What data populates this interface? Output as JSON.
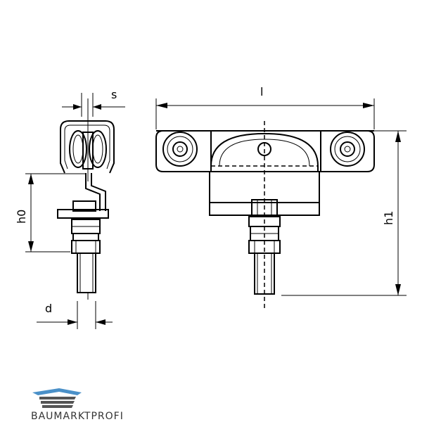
{
  "labels": {
    "s": "s",
    "l": "l",
    "h0": "h0",
    "h1": "h1",
    "d": "d"
  },
  "brand": {
    "name": "BAUMARKTPROFI",
    "accent_color": "#4a90c8",
    "dark_color": "#333333"
  },
  "icons": [
    "baumarktprofi-logo-icon"
  ]
}
